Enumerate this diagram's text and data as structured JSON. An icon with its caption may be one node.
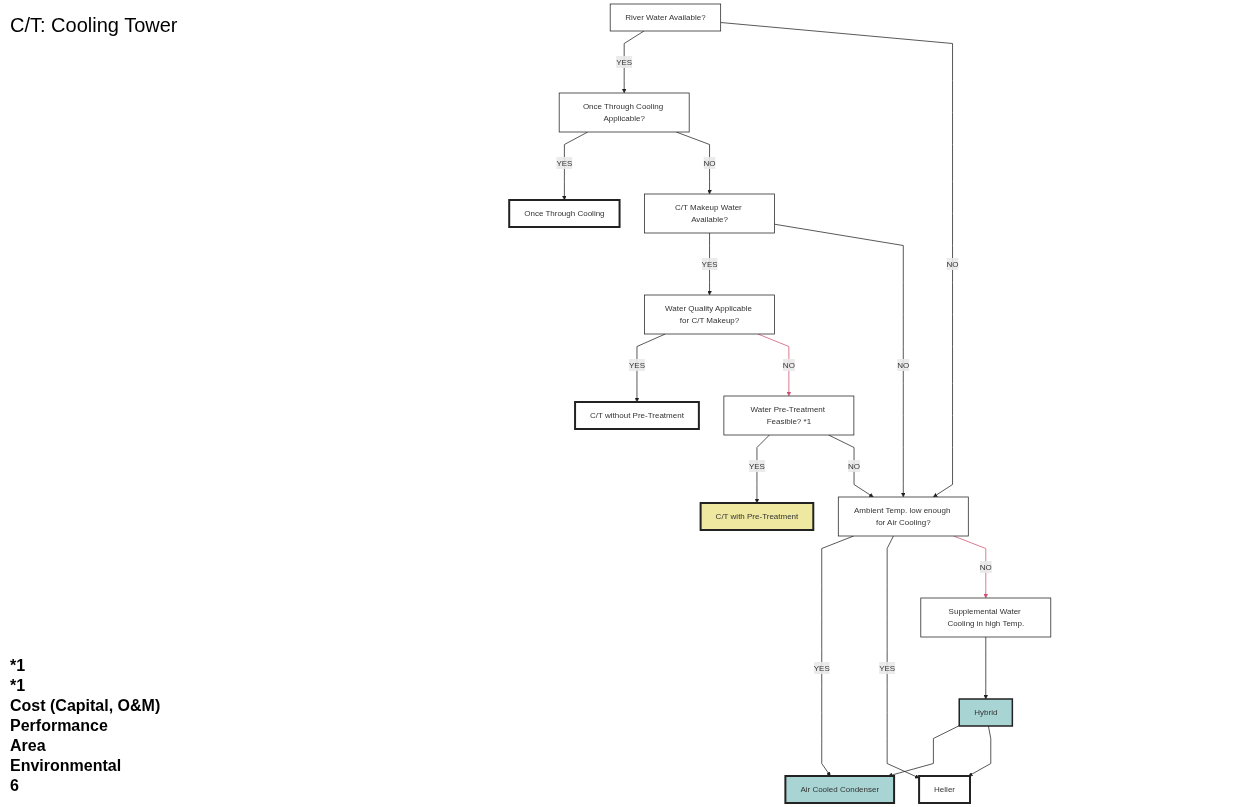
{
  "diagram": {
    "nodes": [
      {
        "text": [
          "River Water  Available?"
        ]
      },
      {
        "text": [
          "Once Through Cooling Applicable?"
        ]
      },
      {
        "text": [
          "Once Through Cooling"
        ]
      },
      {
        "text": [
          "C/T Makeup Water Available?"
        ]
      },
      {
        "text": [
          "Water Quality Applicable for C/T Makeup?"
        ]
      },
      {
        "text": [
          "C/T without Pre-Treatment"
        ]
      },
      {
        "text": [
          "Water Pre-Treatment Feasible? *1"
        ]
      },
      {
        "text": [
          "C/T with Pre-Treatment"
        ]
      },
      {
        "text": [
          "Ambient Temp. low enough for Air Cooling?"
        ]
      },
      {
        "text": [
          "Air Cooled Condenser"
        ]
      },
      {
        "text": [
          "Heller"
        ]
      },
      {
        "text": [
          "Supplemental Water Cooling in high Temp."
        ]
      },
      {
        "text": [
          "Hybrid"
        ]
      }
    ],
    "edges": [
      {
        "from": 0,
        "to": 1,
        "arrow": "to",
        "label": "YES"
      },
      {
        "from": 0,
        "to": 8,
        "arrow": "to",
        "label": "NO"
      },
      {
        "from": 1,
        "to": 2,
        "arrow": "to",
        "label": "YES"
      },
      {
        "from": 1,
        "to": 3,
        "arrow": "to",
        "label": "NO"
      },
      {
        "from": 3,
        "to": 4,
        "arrow": "to",
        "label": "YES"
      },
      {
        "from": 3,
        "to": 8,
        "arrow": "to",
        "label": "NO"
      },
      {
        "from": 4,
        "to": 5,
        "arrow": "to",
        "label": "YES"
      },
      {
        "from": 4,
        "to": 6,
        "arrow": "to",
        "label": "NO",
        "color": "#d05070"
      },
      {
        "from": 6,
        "to": 7,
        "arrow": "to",
        "label": "YES"
      },
      {
        "from": 6,
        "to": 8,
        "arrow": "to",
        "label": "NO"
      },
      {
        "from": 8,
        "to": 9,
        "arrow": "to",
        "label": "YES"
      },
      {
        "from": 8,
        "to": 10,
        "arrow": "to",
        "label": "YES"
      },
      {
        "from": 8,
        "to": 11,
        "arrow": "to",
        "label": "NO",
        "color": "#d05070"
      },
      {
        "from": 11,
        "to": 12,
        "arrow": "to"
      },
      {
        "from": 12,
        "to": 9,
        "arrow": "to"
      },
      {
        "from": 12,
        "to": 10,
        "arrow": "to"
      }
    ],
    "labels": [
      "C/T: Cooling Tower",
      "*1",
      "*1",
      "Cost (Capital, O&M)",
      "Performance",
      "Area",
      "Environmental",
      "6"
    ]
  }
}
